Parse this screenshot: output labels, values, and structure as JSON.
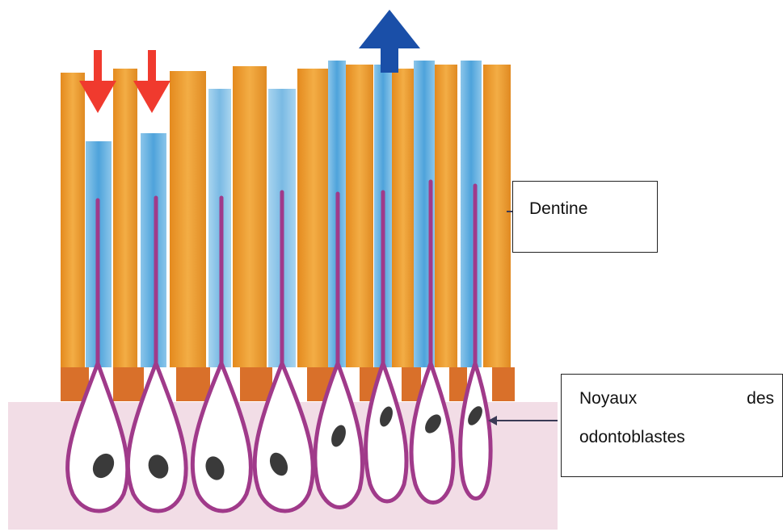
{
  "labels": {
    "dentine": "Dentine",
    "nuclei_word1": "Noyaux",
    "nuclei_word2": "des",
    "nuclei_line2": "odontoblastes"
  },
  "colors": {
    "dentin": "#f0a035",
    "dentin_dark": "#d98a20",
    "tubule_fluid": "#6cb3e0",
    "process": "#a03a8a",
    "predentin_block": "#d9702a",
    "pulp": "#f2dde6",
    "nucleus": "#3a3a3a",
    "arrow_in": "#f03a2e",
    "arrow_out": "#1a4fa8",
    "pointer": "#3a3a55"
  },
  "icons": {
    "inward_arrows": "red-down-arrow-icon",
    "outward_arrow": "blue-up-arrow-icon"
  }
}
